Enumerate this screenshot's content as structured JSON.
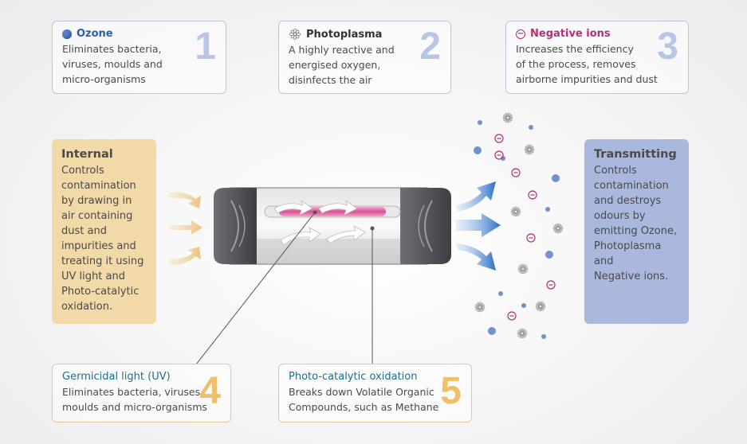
{
  "top_cards": [
    {
      "title": "Ozone",
      "desc": "Eliminates bacteria,\nviruses, moulds and\nmicro-organisms",
      "number": "1",
      "icon": "ozone-sphere-icon",
      "title_color": "#2c5fa8"
    },
    {
      "title": "Photoplasma",
      "desc": "A highly reactive and\nenergised oxygen,\ndisinfects the air",
      "number": "2",
      "icon": "photoplasma-flower-icon",
      "title_color": "#333333"
    },
    {
      "title": "Negative ions",
      "desc": "Increases the efficiency\nof the process, removes\nairborne impurities and dust",
      "number": "3",
      "icon": "negative-ion-icon",
      "title_color": "#b0307a"
    }
  ],
  "internal": {
    "title": "Internal",
    "desc": "Controls\ncontamination\nby drawing in\nair containing\ndust and\nimpurities and\ntreating it using\nUV light and\nPhoto-catalytic\noxidation."
  },
  "transmitting": {
    "title": "Transmitting",
    "desc": "Controls\ncontamination\nand destroys\nodours by\nemitting Ozone,\nPhotoplasma and\nNegative ions."
  },
  "bottom_cards": [
    {
      "title": "Germicidal light (UV)",
      "desc": "Eliminates bacteria, viruses,\nmoulds and micro-organisms",
      "number": "4",
      "title_color": "#1f6f8c"
    },
    {
      "title": "Photo-catalytic oxidation",
      "desc": "Breaks down Volatile Organic\nCompounds, such as Methane",
      "number": "5",
      "title_color": "#1f6f8c"
    }
  ],
  "colors": {
    "ozone": "#5b7fc7",
    "negative_ion": "#b0307a",
    "uv": "#e06aa8",
    "arrow_blue": "#2a6fc9",
    "arrow_tan": "#efc987"
  }
}
